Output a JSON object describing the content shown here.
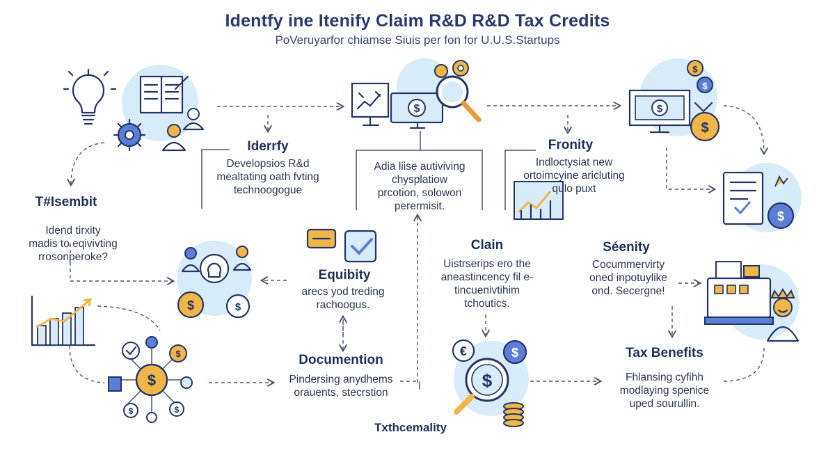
{
  "title": "Identfy ine Itenify Claim R&D R&D Tax Credits",
  "subtitle": "PoVeruyarfor chiamse Siuis per fon for U.U.S.Startups",
  "colors": {
    "navy": "#233466",
    "light_blue": "#d8ebf8",
    "mid_blue": "#5b7fd6",
    "gold": "#f0b648",
    "orange": "#e89a3a"
  },
  "nodes": {
    "identify": {
      "heading": "Iderrfy",
      "lines": [
        "Developsios R&d",
        "mealtating oath fvting",
        "technoogogue"
      ]
    },
    "center_top": {
      "lines": [
        "Adia liise autiviving",
        "chysplatiow",
        "prcotion, solowon",
        "perermisit."
      ]
    },
    "fronity": {
      "heading": "Fronity",
      "lines": [
        "Indloctysiat new",
        "ortoimcyine aricluting",
        "qulo puxt"
      ]
    },
    "tsembit": {
      "heading": "T#Isembit",
      "lines": [
        "Idend tirxity",
        "madis to eqivivting",
        "rrosonperoke?"
      ]
    },
    "equibity": {
      "heading": "Equibity",
      "lines": [
        "arecs yod treding",
        "rachoogus."
      ]
    },
    "clain": {
      "heading": "Clain",
      "lines": [
        "Uistrserips ero the",
        "aneastincency fil e-",
        "tincuenivtihim",
        "tchoutics."
      ]
    },
    "seenity": {
      "heading": "Séenity",
      "lines": [
        "Cocummervirty",
        "oned inpotuylike",
        "ond. Secergne!"
      ]
    },
    "documention": {
      "heading": "Documention",
      "lines": [
        "Pindersing anydhems",
        "orauents, stecrstion"
      ]
    },
    "tax_benefits": {
      "heading": "Tax Benefits",
      "lines": [
        "Fhlansing cyfihh",
        "modlaying spenice",
        "uped sourullin."
      ]
    },
    "txthcemality": {
      "heading": "Txthcemality"
    }
  },
  "icons": [
    "lightbulb-icon",
    "book-icon",
    "gear-icon",
    "person-icon",
    "computer-icon",
    "cash-icon",
    "magnifier-icon",
    "gear-pair-icon",
    "coin-icon",
    "monitor-money-icon",
    "money-bag-icon",
    "document-check-icon",
    "bar-chart-icon",
    "checkbox-icon",
    "network-icon",
    "cash-register-icon",
    "king-icon",
    "euro-coin-icon",
    "coin-stack-icon"
  ],
  "coin_symbol": "$",
  "euro_symbol": "€"
}
